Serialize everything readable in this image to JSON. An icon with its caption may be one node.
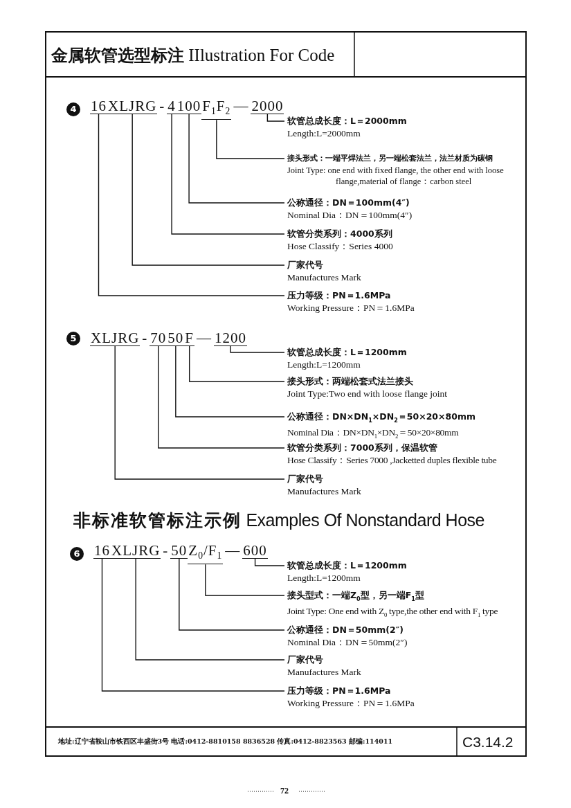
{
  "diagram": {
    "title": "**金属软管选型标注** IIlustration For Code",
    "nodes": [
      {
        "text": [
          "16"
        ]
      },
      {
        "text": [
          "XLJRG"
        ]
      },
      {
        "text": [
          "4"
        ]
      },
      {
        "text": [
          "100"
        ]
      },
      {
        "text": [
          "F$_{1}$F$_{2}$"
        ]
      },
      {
        "text": [
          "2000"
        ]
      },
      {
        "text": [
          "软管总成长度：L＝2000mm",
          "Length:L=2000mm"
        ]
      },
      {
        "text": [
          "接头形式：一端平焊法兰，另一端松套法兰，法兰材质为碳钢",
          "Joint Type: one end with fixed flange, the other end with loose flange,material of flange：carbon steel"
        ]
      },
      {
        "text": [
          "公称通径：DN＝100mm(4″)",
          "Nominal Dia：DN＝100mm(4″)"
        ]
      },
      {
        "text": [
          "软管分类系列：4000系列",
          "Hose Classify：Series 4000"
        ]
      },
      {
        "text": [
          "厂家代号",
          "Manufactures Mark"
        ]
      },
      {
        "text": [
          "压力等级：PN＝1.6MPa",
          "Working Pressure：PN＝1.6MPa"
        ]
      },
      {
        "text": [
          "XLJRG"
        ]
      },
      {
        "text": [
          "70"
        ]
      },
      {
        "text": [
          "50"
        ]
      },
      {
        "text": [
          "F"
        ]
      },
      {
        "text": [
          "1200"
        ]
      },
      {
        "text": [
          "软管总成长度：L＝1200mm",
          "Length:L=1200mm"
        ]
      },
      {
        "text": [
          "接头形式：两端松套式法兰接头",
          "Joint Type:Two end with loose flange joint"
        ]
      },
      {
        "text": [
          "公称通径：DN×DN$_{1}$×DN$_{2}$＝50×20×80mm",
          "Nominal Dia：DN×DN$_{1}$×DN$_{2}$＝50×20×80mm"
        ]
      },
      {
        "text": [
          "软管分类系列：7000系列，保温软管",
          "Hose Classify：Series 7000 ,Jacketted duples flexible tube"
        ]
      },
      {
        "text": [
          "厂家代号",
          "Manufactures Mark"
        ]
      },
      {
        "text": [
          "16"
        ]
      },
      {
        "text": [
          "XLJRG"
        ]
      },
      {
        "text": [
          "50"
        ]
      },
      {
        "text": [
          "Z$_{0}$/F$_{1}$"
        ]
      },
      {
        "text": [
          "600"
        ]
      },
      {
        "text": [
          "软管总成长度：L＝1200mm",
          "Length:L=1200mm"
        ]
      },
      {
        "text": [
          "接头型式：一端Z$_{0}$型，另一端F$_{1}$型",
          "Joint Type: One end with Z$_{0}$ type,the other end with F$_{1}$ type"
        ]
      },
      {
        "text": [
          "公称通径：DN＝50mm(2″)",
          "Nominal Dia：DN＝50mm(2″)"
        ]
      },
      {
        "text": [
          "厂家代号",
          "Manufactures Mark"
        ]
      },
      {
        "text": [
          "压力等级：PN＝1.6MPa",
          "Working Pressure：PN＝1.6MPa"
        ]
      }
    ],
    "edges": [
      {
        "from": 5,
        "to": 6,
        "arrow": "none"
      },
      {
        "from": 4,
        "to": 7,
        "arrow": "none"
      },
      {
        "from": 3,
        "to": 8,
        "arrow": "none"
      },
      {
        "from": 2,
        "to": 9,
        "arrow": "none"
      },
      {
        "from": 1,
        "to": 10,
        "arrow": "none"
      },
      {
        "from": 0,
        "to": 11,
        "arrow": "none"
      },
      {
        "from": 16,
        "to": 17,
        "arrow": "none"
      },
      {
        "from": 15,
        "to": 18,
        "arrow": "none"
      },
      {
        "from": 14,
        "to": 19,
        "arrow": "none"
      },
      {
        "from": 13,
        "to": 20,
        "arrow": "none"
      },
      {
        "from": 12,
        "to": 21,
        "arrow": "none"
      },
      {
        "from": 26,
        "to": 27,
        "arrow": "none"
      },
      {
        "from": 25,
        "to": 28,
        "arrow": "none"
      },
      {
        "from": 24,
        "to": 29,
        "arrow": "none"
      },
      {
        "from": 23,
        "to": 30,
        "arrow": "none"
      },
      {
        "from": 22,
        "to": 31,
        "arrow": "none"
      }
    ],
    "labels": [
      "4",
      "-",
      "—",
      "5",
      "-",
      "—",
      "**非标准软管标注示例** Examples Of Nonstandard Hose",
      "6",
      "-",
      "—",
      "地址:辽宁省鞍山市铁西区丰盛街3号 电话:0412-8810158 8836528 传真:0412-8823563 邮编:114011",
      "C3.14.2",
      "72"
    ]
  }
}
